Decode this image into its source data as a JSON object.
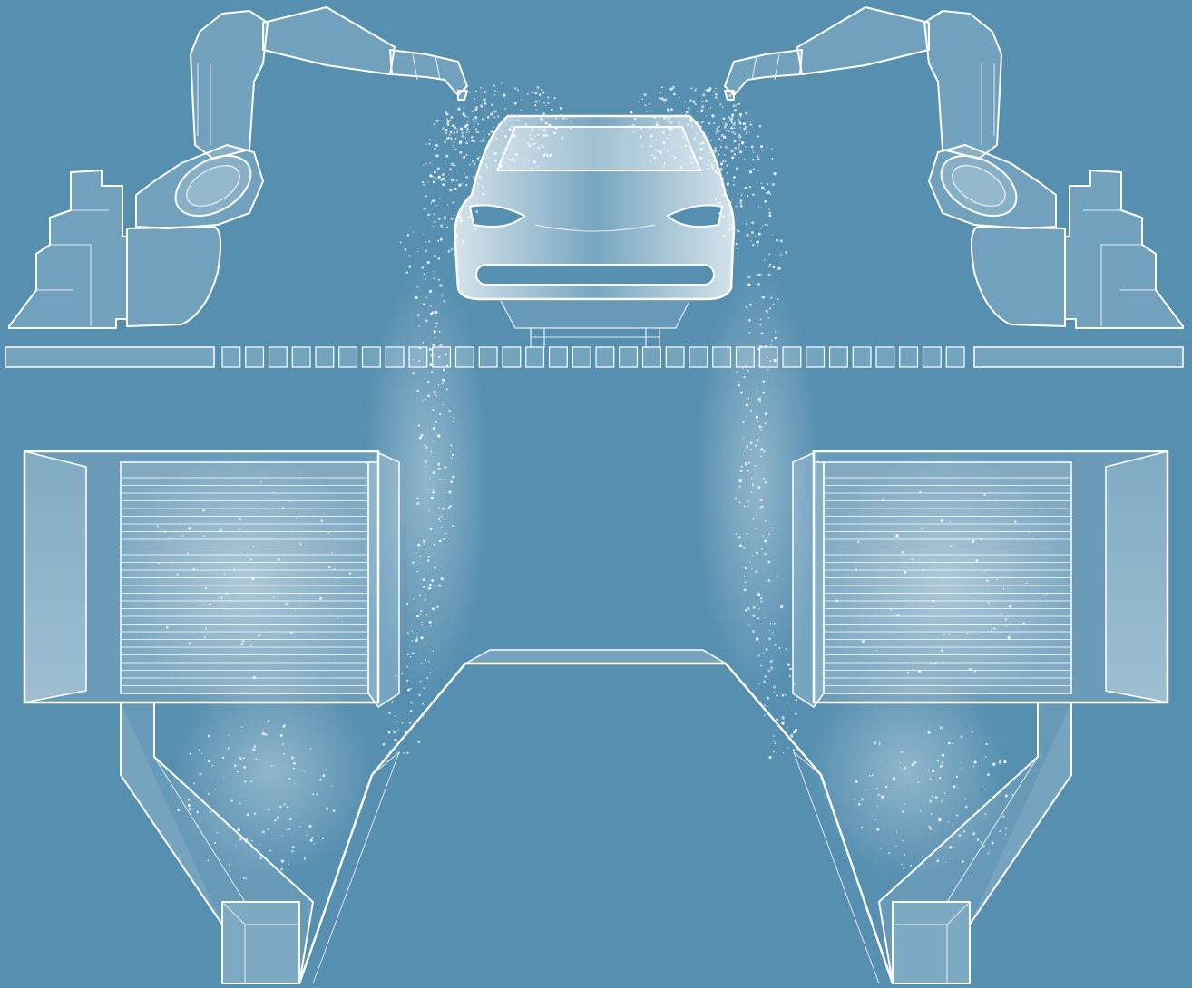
{
  "scene": {
    "colors": {
      "background": "#568fb0",
      "line": "#ffffff",
      "fill": "rgba(255,255,255,0.16)",
      "glass": "rgba(255,255,255,0.35)"
    },
    "elements": [
      "robot-arm-left",
      "robot-arm-right",
      "car-body",
      "car-carrier",
      "conveyor-grating",
      "filter-unit-left",
      "filter-unit-right",
      "hopper-left",
      "hopper-right",
      "center-duct",
      "overspray-particles"
    ],
    "grating_segments": 32,
    "filter_slats": 30
  }
}
